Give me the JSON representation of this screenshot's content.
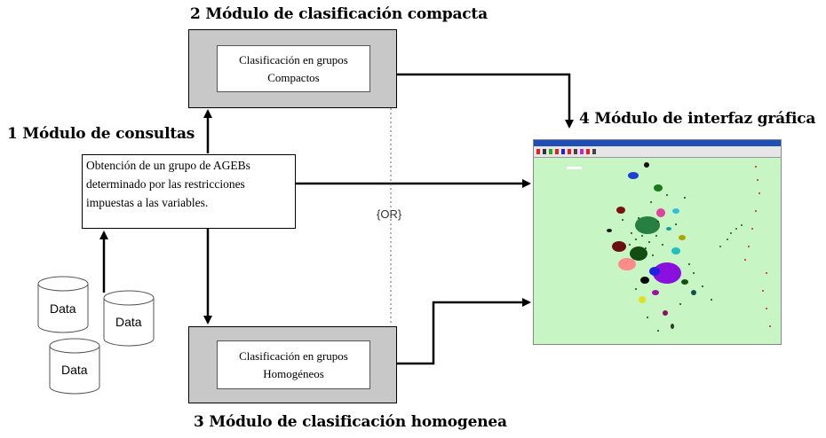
{
  "modules": {
    "consultas": {
      "title": "1 Módulo de consultas",
      "box_lines": [
        "Obtención de un grupo de AGEBs",
        "determinado por las restricciones",
        "impuestas a las variables."
      ]
    },
    "compacta": {
      "title": "2 Módulo de clasificación compacta",
      "box_lines": [
        "Clasificación en grupos",
        "Compactos"
      ]
    },
    "homogenea": {
      "title": "3 Módulo de clasificación homogenea",
      "box_lines": [
        "Clasificación en grupos",
        "Homogéneos"
      ]
    },
    "interfaz": {
      "title": "4 Módulo de interfaz gráfica"
    }
  },
  "or_label": "{OR}",
  "data_stores": [
    "Data",
    "Data",
    "Data"
  ],
  "colors": {
    "module_fill": "#c8c8c8",
    "map_background": "#c7f5c3",
    "window_titlebar": "#1f4fb5"
  }
}
